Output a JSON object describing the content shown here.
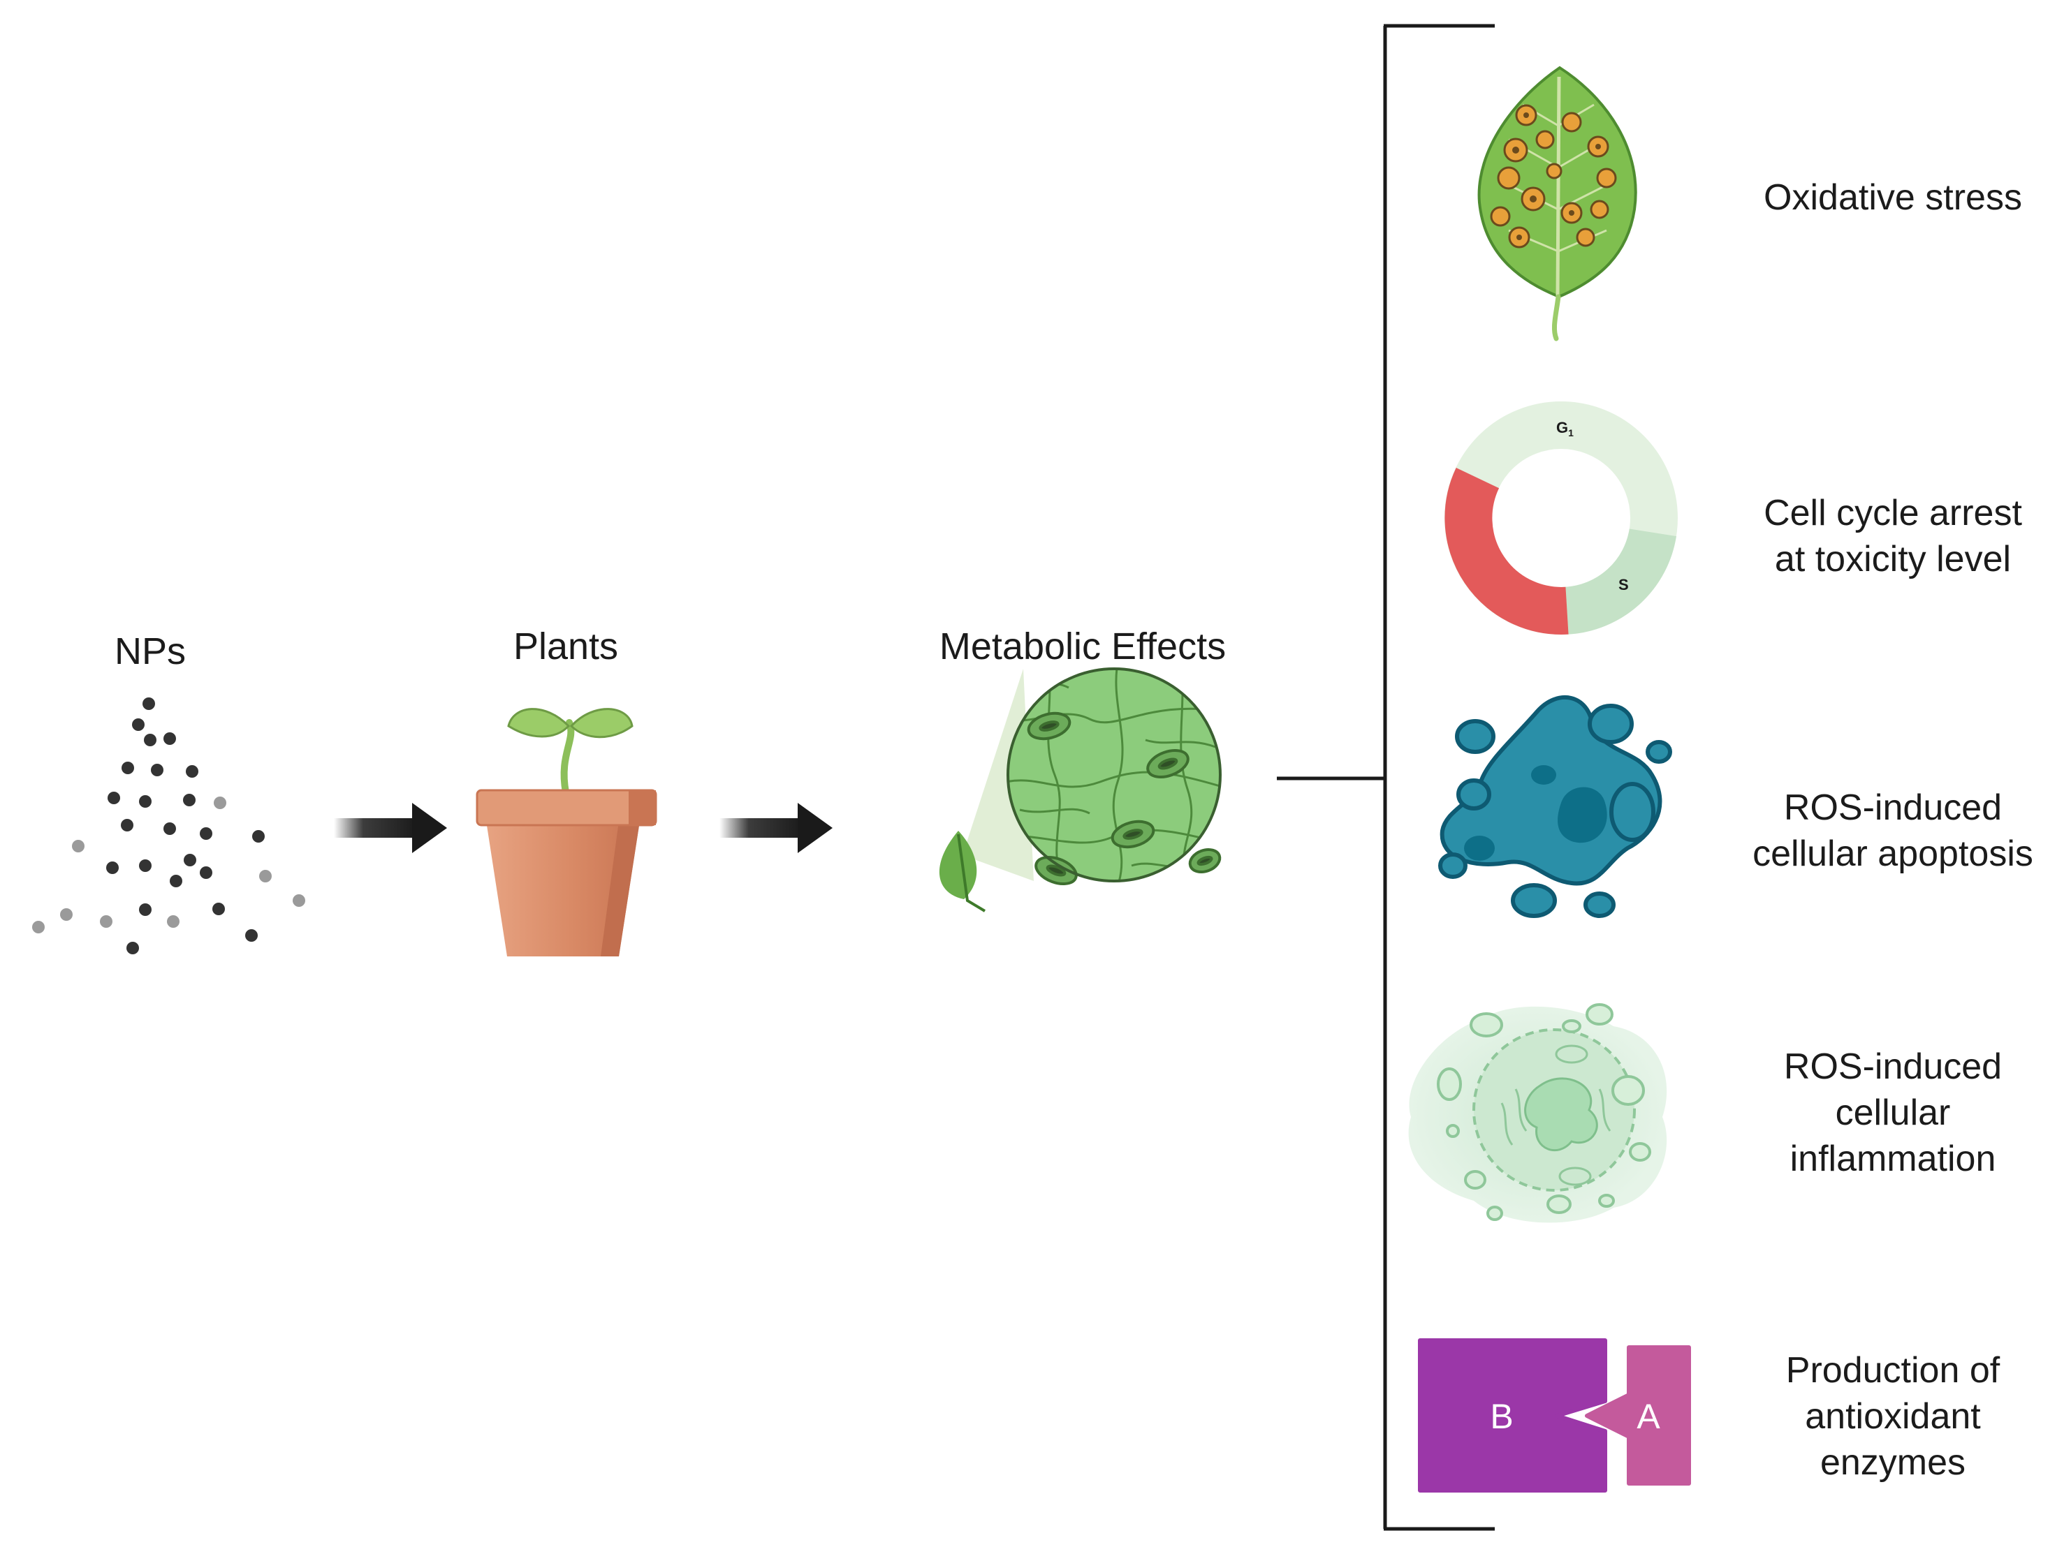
{
  "flow": {
    "nps_label": "NPs",
    "plants_label": "Plants",
    "metabolic_label": "Metabolic Effects"
  },
  "effects": [
    {
      "label": "Oxidative stress",
      "icon": "diseased-leaf-icon"
    },
    {
      "label": "Cell cycle arrest\nat toxicity level",
      "icon": "cell-cycle-icon"
    },
    {
      "label": "ROS-induced\ncellular apoptosis",
      "icon": "apoptotic-cell-icon"
    },
    {
      "label": "ROS-induced\ncellular\ninflammation",
      "icon": "inflamed-cell-icon"
    },
    {
      "label": "Production of\nantioxidant\nenzymes",
      "icon": "enzyme-complex-icon"
    }
  ],
  "cell_cycle": {
    "phase_g1": "G",
    "phase_g1_sub": "1",
    "phase_s": "S"
  },
  "enzyme": {
    "block_b": "B",
    "block_a": "A"
  },
  "colors": {
    "arrow": "#1a1a1a",
    "bracket": "#1a1a1a",
    "pot": "#d98a66",
    "leaf_green": "#8fc45a",
    "apoptosis": "#2a8fa8",
    "enzyme_b": "#9b37a8",
    "enzyme_a": "#c45a9c"
  }
}
